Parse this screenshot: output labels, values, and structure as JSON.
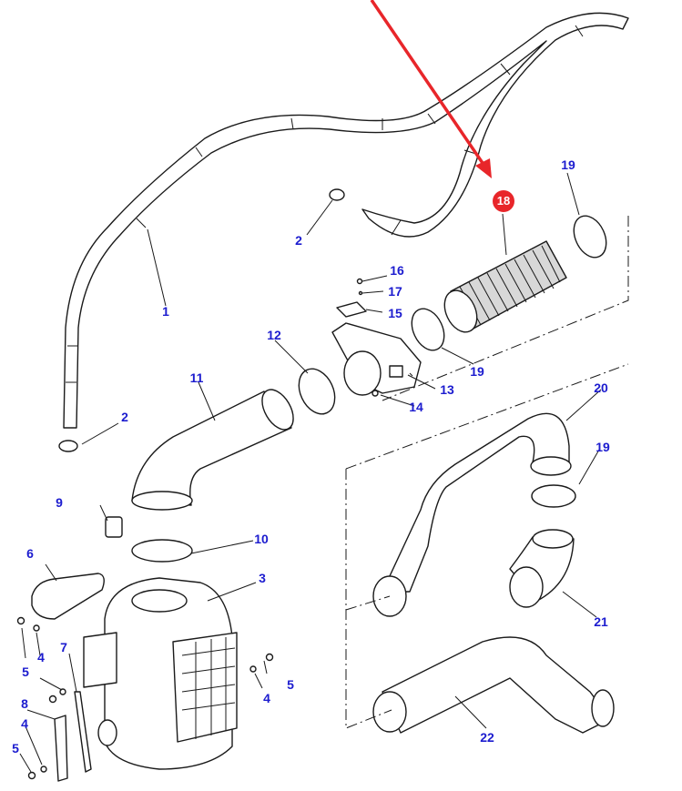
{
  "diagram": {
    "type": "exploded parts diagram",
    "subject": "Air intake system – air cleaner and ducting",
    "highlight_color": "#e8262a",
    "label_color": "#1c1ccf",
    "highlighted_part": "18",
    "callouts": {
      "p1": "1",
      "p2a": "2",
      "p2b": "2",
      "p3": "3",
      "p4a": "4",
      "p4b": "4",
      "p4c": "4",
      "p5a": "5",
      "p5b": "5",
      "p5c": "5",
      "p6": "6",
      "p7": "7",
      "p8": "8",
      "p9": "9",
      "p10": "10",
      "p11": "11",
      "p12": "12",
      "p13": "13",
      "p14": "14",
      "p15": "15",
      "p16": "16",
      "p17": "17",
      "p18": "18",
      "p19a": "19",
      "p19b": "19",
      "p19c": "19",
      "p20": "20",
      "p21": "21",
      "p22": "22"
    }
  }
}
